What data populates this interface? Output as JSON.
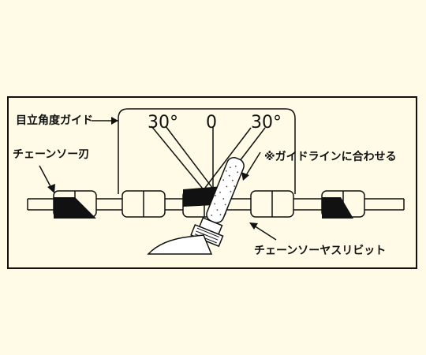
{
  "labels": {
    "guide": "目立角度ガイド",
    "blade": "チェーンソー刃",
    "guideline_note": "※ガイドラインに合わせる",
    "file": "チェーンソーヤスリビット"
  },
  "angles": {
    "left": "30°",
    "center": "0",
    "right": "30°"
  },
  "colors": {
    "background": "#fffbe6",
    "ink": "#111111"
  }
}
